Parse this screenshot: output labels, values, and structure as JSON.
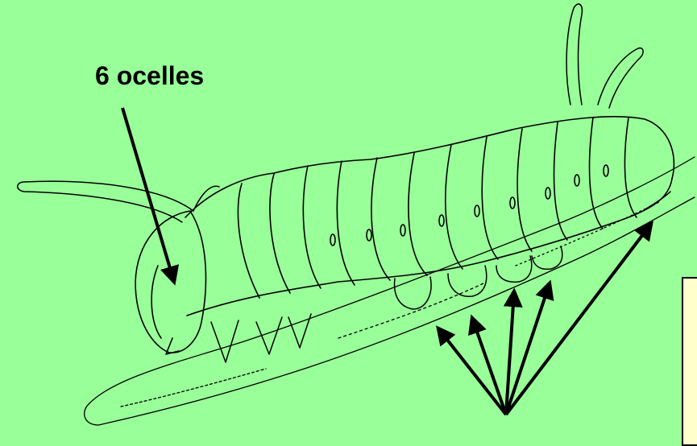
{
  "labels": {
    "ocelles": "6 ocelles"
  },
  "colors": {
    "background": "#99ff99",
    "ink": "#000000",
    "note_fill": "#ffffcc"
  },
  "illustration": {
    "subject": "caterpillar-on-branch",
    "arrows_to_prolegs": 5
  }
}
